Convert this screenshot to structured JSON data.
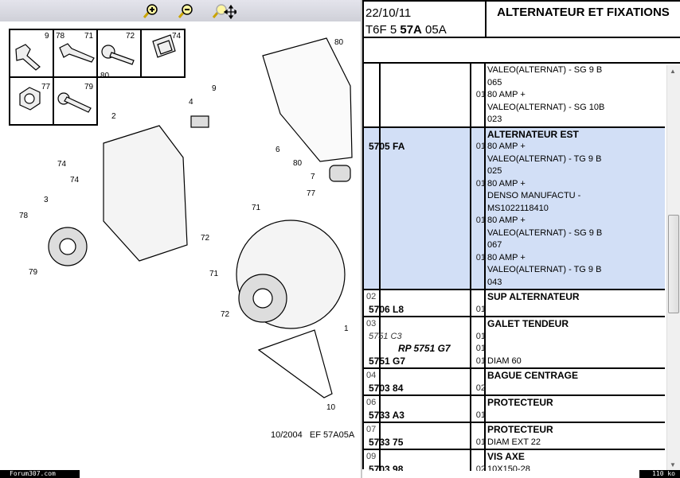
{
  "toolbar": {
    "zoom_in": "zoom-in-icon",
    "zoom_out": "zoom-out-icon",
    "zoom_pan": "zoom-pan-icon"
  },
  "diagram": {
    "inset_labels": [
      "9",
      "78",
      "71",
      "72",
      "74",
      "77",
      "79",
      "80"
    ],
    "callouts": [
      "80",
      "9",
      "4",
      "2",
      "6",
      "80",
      "74",
      "74",
      "7",
      "77",
      "3",
      "71",
      "78",
      "72",
      "71",
      "79",
      "72",
      "1",
      "10"
    ],
    "reference": "10/2004   EF 57A05A"
  },
  "watermark": "Forum307.com",
  "file_size": "110 ko",
  "header": {
    "date": "22/10/11",
    "code_pre": "T6F 5 ",
    "code_bold": "57A",
    "code_post": " 05A",
    "title": "ALTERNATEUR ET FIXATIONS"
  },
  "rows": [
    {
      "ref": "",
      "highlight": false,
      "lines": [
        {
          "part": "",
          "qty": "",
          "text": "VALEO(ALTERNAT) - SG 9 B"
        },
        {
          "part": "",
          "qty": "",
          "text": "065"
        },
        {
          "part": "",
          "qty": "01",
          "text": "80 AMP +"
        },
        {
          "part": "",
          "qty": "",
          "text": "VALEO(ALTERNAT) - SG 10B"
        },
        {
          "part": "",
          "qty": "",
          "text": "023"
        }
      ]
    },
    {
      "ref": "",
      "highlight": true,
      "lines": [
        {
          "part": "",
          "qty": "",
          "text": "ALTERNATEUR EST",
          "bold": true
        },
        {
          "part": "5705 FA",
          "qty": "01",
          "text": "80 AMP +"
        },
        {
          "part": "",
          "qty": "",
          "text": "VALEO(ALTERNAT) - TG 9 B"
        },
        {
          "part": "",
          "qty": "",
          "text": "025"
        },
        {
          "part": "",
          "qty": "01",
          "text": "80 AMP +"
        },
        {
          "part": "",
          "qty": "",
          "text": "DENSO MANUFACTU -"
        },
        {
          "part": "",
          "qty": "",
          "text": "MS1022118410"
        },
        {
          "part": "",
          "qty": "01",
          "text": "80 AMP +"
        },
        {
          "part": "",
          "qty": "",
          "text": "VALEO(ALTERNAT) - SG 9 B"
        },
        {
          "part": "",
          "qty": "",
          "text": "067"
        },
        {
          "part": "",
          "qty": "01",
          "text": "80 AMP +"
        },
        {
          "part": "",
          "qty": "",
          "text": "VALEO(ALTERNAT) - TG 9 B"
        },
        {
          "part": "",
          "qty": "",
          "text": "043"
        }
      ]
    },
    {
      "ref": "02",
      "highlight": false,
      "lines": [
        {
          "part": "",
          "qty": "",
          "text": "SUP ALTERNATEUR",
          "bold": true
        },
        {
          "part": "5706 L8",
          "qty": "01",
          "text": ""
        }
      ]
    },
    {
      "ref": "03",
      "highlight": false,
      "lines": [
        {
          "part": "",
          "qty": "",
          "text": "GALET TENDEUR",
          "bold": true
        },
        {
          "part": "5751 C3",
          "style": "it",
          "qty": "01",
          "text": ""
        },
        {
          "part": "RP 5751 G7",
          "style": "rp",
          "qty": "01",
          "text": ""
        },
        {
          "part": "5751 G7",
          "qty": "01",
          "text": "DIAM 60"
        }
      ]
    },
    {
      "ref": "04",
      "highlight": false,
      "lines": [
        {
          "part": "",
          "qty": "",
          "text": "BAGUE CENTRAGE",
          "bold": true
        },
        {
          "part": "5703 84",
          "qty": "02",
          "text": ""
        }
      ]
    },
    {
      "ref": "06",
      "highlight": false,
      "lines": [
        {
          "part": "",
          "qty": "",
          "text": "PROTECTEUR",
          "bold": true
        },
        {
          "part": "5733 A3",
          "qty": "01",
          "text": ""
        }
      ]
    },
    {
      "ref": "07",
      "highlight": false,
      "lines": [
        {
          "part": "",
          "qty": "",
          "text": "PROTECTEUR",
          "bold": true
        },
        {
          "part": "5733 75",
          "qty": "01",
          "text": "DIAM EXT 22"
        }
      ]
    },
    {
      "ref": "09",
      "highlight": false,
      "lines": [
        {
          "part": "",
          "qty": "",
          "text": "VIS AXE",
          "bold": true
        },
        {
          "part": "5703 98",
          "qty": "02",
          "text": "10X150-28"
        }
      ]
    }
  ],
  "colors": {
    "highlight": "#d2dff6",
    "toolbar": "#d8d8e0"
  }
}
